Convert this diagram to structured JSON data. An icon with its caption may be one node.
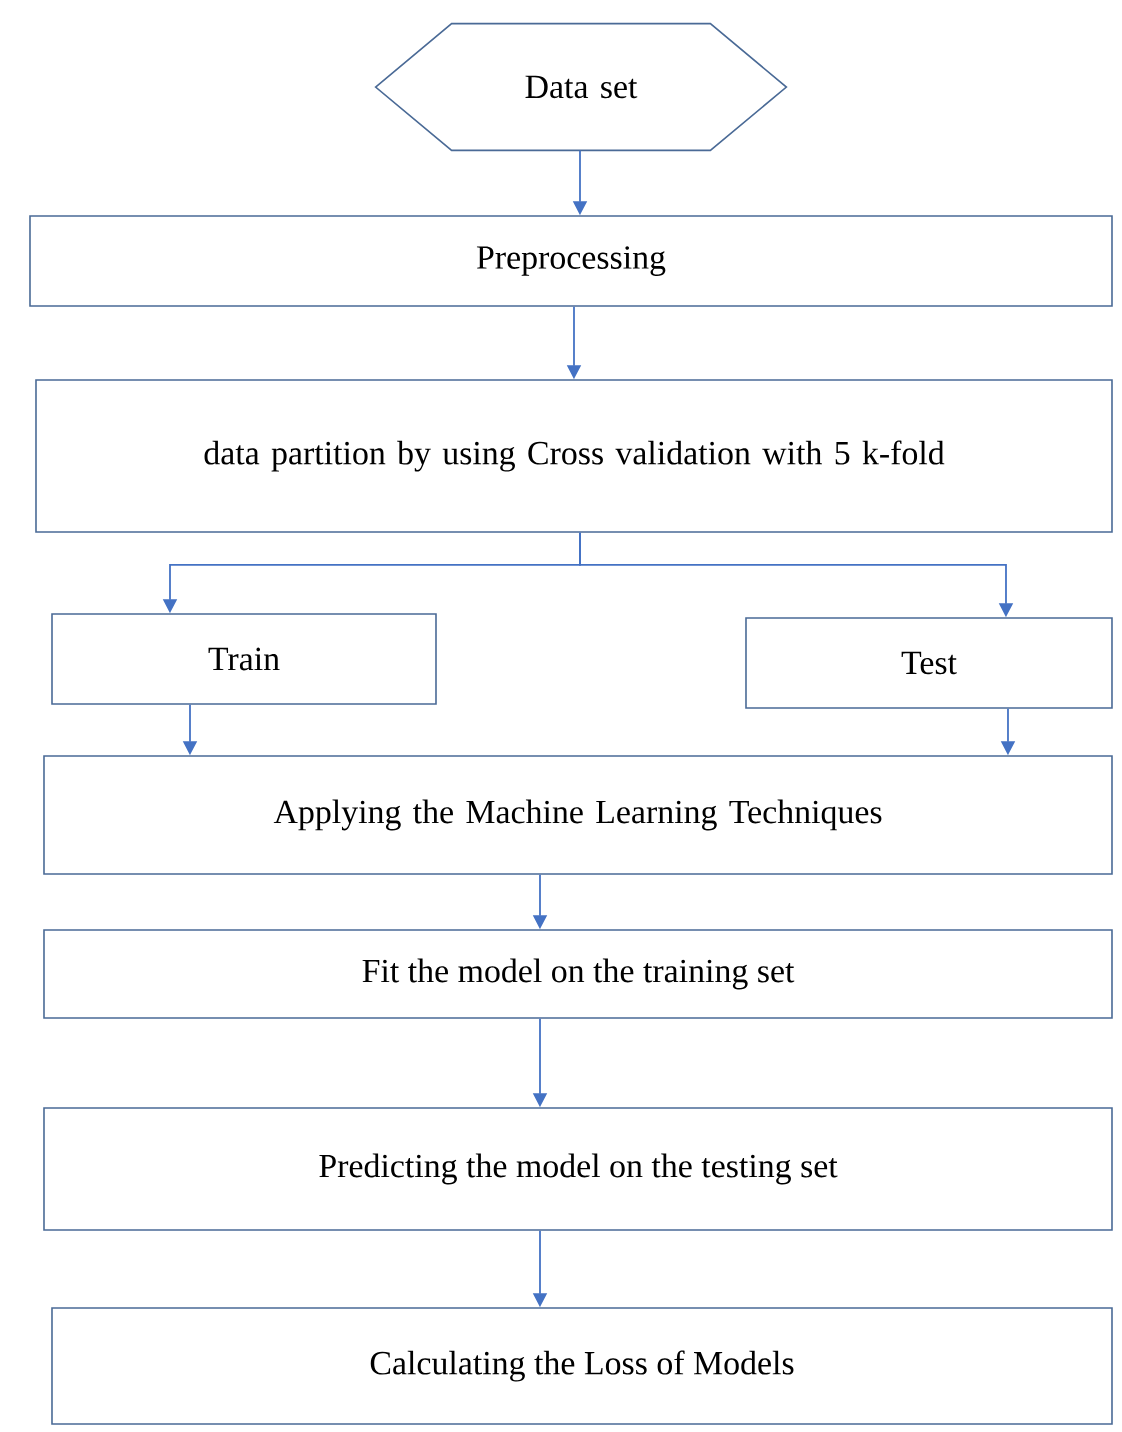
{
  "diagram": {
    "nodes": [
      {
        "text": [
          "Data set"
        ]
      },
      {
        "text": [
          "Preprocessing"
        ]
      },
      {
        "text": [
          "data partition by using Cross validation with 5 k-fold"
        ]
      },
      {
        "text": [
          "Train"
        ]
      },
      {
        "text": [
          "Test"
        ]
      },
      {
        "text": [
          "Applying the Machine Learning Techniques"
        ]
      },
      {
        "text": [
          "Fit the model on the training set"
        ]
      },
      {
        "text": [
          "Predicting the model on the testing set"
        ]
      },
      {
        "text": [
          "Calculating the Loss of Models"
        ]
      }
    ],
    "edges": [
      {
        "from": 0,
        "to": 1,
        "arrow": "to"
      },
      {
        "from": 1,
        "to": 2,
        "arrow": "to"
      },
      {
        "from": 2,
        "to": 3,
        "arrow": "to"
      },
      {
        "from": 2,
        "to": 4,
        "arrow": "to"
      },
      {
        "from": 3,
        "to": 5,
        "arrow": "to"
      },
      {
        "from": 4,
        "to": 5,
        "arrow": "to"
      },
      {
        "from": 5,
        "to": 6,
        "arrow": "to"
      },
      {
        "from": 6,
        "to": 7,
        "arrow": "to"
      },
      {
        "from": 7,
        "to": 8,
        "arrow": "to"
      }
    ]
  }
}
